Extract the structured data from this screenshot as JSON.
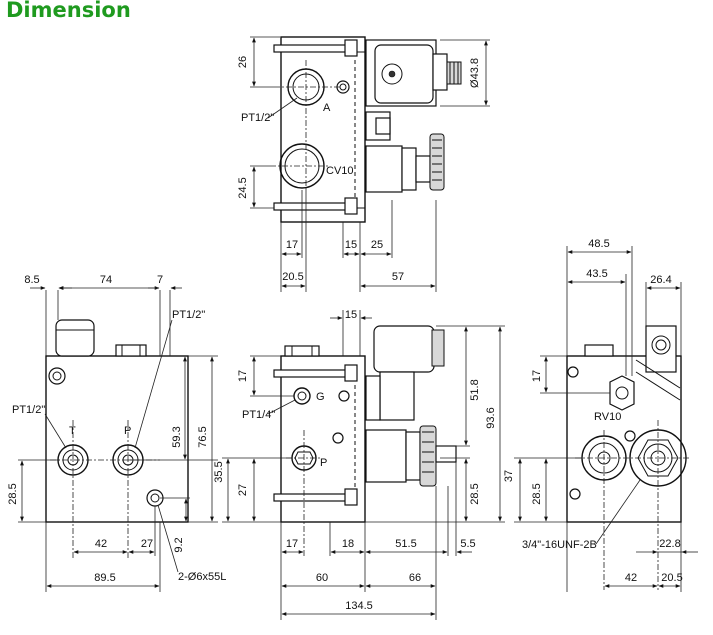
{
  "title": "Dimension",
  "top_view": {
    "dims": {
      "d26": "26",
      "d24_5": "24.5",
      "dia": "Ø43.8",
      "d17": "17",
      "d15": "15",
      "d25": "25",
      "d20_5": "20.5",
      "d57": "57"
    },
    "labels": {
      "pt12": "PT1/2\"",
      "a": "A",
      "cv10": "CV10"
    }
  },
  "left_view": {
    "dims": {
      "d8_5": "8.5",
      "d74": "74",
      "d7": "7",
      "d59_3": "59.3",
      "d76_5": "76.5",
      "d28_5": "28.5",
      "d42": "42",
      "d27": "27",
      "d9_2": "9.2",
      "d89_5": "89.5"
    },
    "labels": {
      "pt12_left": "PT1/2\"",
      "pt12_right": "PT1/2\"",
      "t": "T",
      "p": "P",
      "holes": "2-Ø6x55L"
    }
  },
  "front_view": {
    "dims": {
      "d15": "15",
      "d17_top": "17",
      "d35_5": "35.5",
      "d27": "27",
      "d51_8": "51.8",
      "d93_6": "93.6",
      "d28_5": "28.5",
      "d17": "17",
      "d18": "18",
      "d51_5": "51.5",
      "d5_5": "5.5",
      "d60": "60",
      "d66": "66",
      "d134_5": "134.5"
    },
    "labels": {
      "pt14": "PT1/4\"",
      "g": "G",
      "p": "P"
    }
  },
  "right_view": {
    "dims": {
      "d48_5": "48.5",
      "d43_5": "43.5",
      "d26_4": "26.4",
      "d17": "17",
      "d37": "37",
      "d28_5": "28.5",
      "d22_8": "22.8",
      "d42": "42",
      "d20_5": "20.5"
    },
    "labels": {
      "rv10": "RV10",
      "thread": "3/4\"-16UNF-2B"
    }
  },
  "colors": {
    "title": "#1f9a1f",
    "line": "#111111"
  }
}
